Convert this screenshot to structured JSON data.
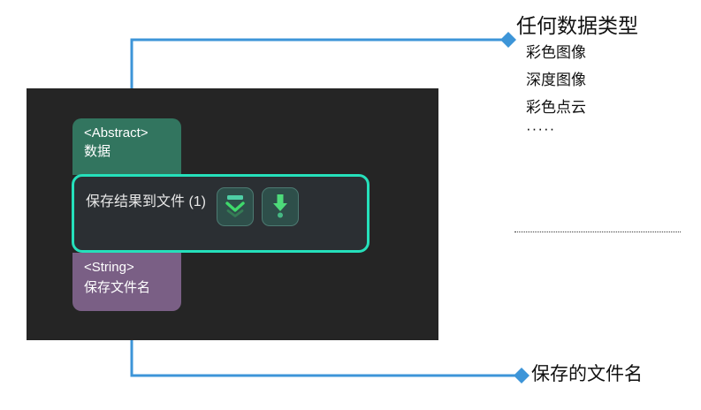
{
  "canvas": {
    "background_color": "#252525",
    "input_port_node": {
      "type_label": "<Abstract>",
      "name_label": "数据",
      "color": "#32755f"
    },
    "main_node": {
      "title": "保存结果到文件 (1)",
      "selection_color": "#25e0bb",
      "background_color": "#2b2f33",
      "buttons": [
        {
          "icon": "collapse-double-chevron-down-icon",
          "tooltip": ""
        },
        {
          "icon": "download-arrow-icon",
          "tooltip": ""
        }
      ]
    },
    "output_port_node": {
      "type_label": "<String>",
      "name_label": "保存文件名",
      "color": "#7a5f85"
    },
    "wire_color": "#3d95d8"
  },
  "legend": {
    "title": "任何数据类型",
    "items": [
      "彩色图像",
      "深度图像",
      "彩色点云"
    ],
    "ellipsis": "·····"
  },
  "bottom_annotation": {
    "label": "保存的文件名"
  }
}
